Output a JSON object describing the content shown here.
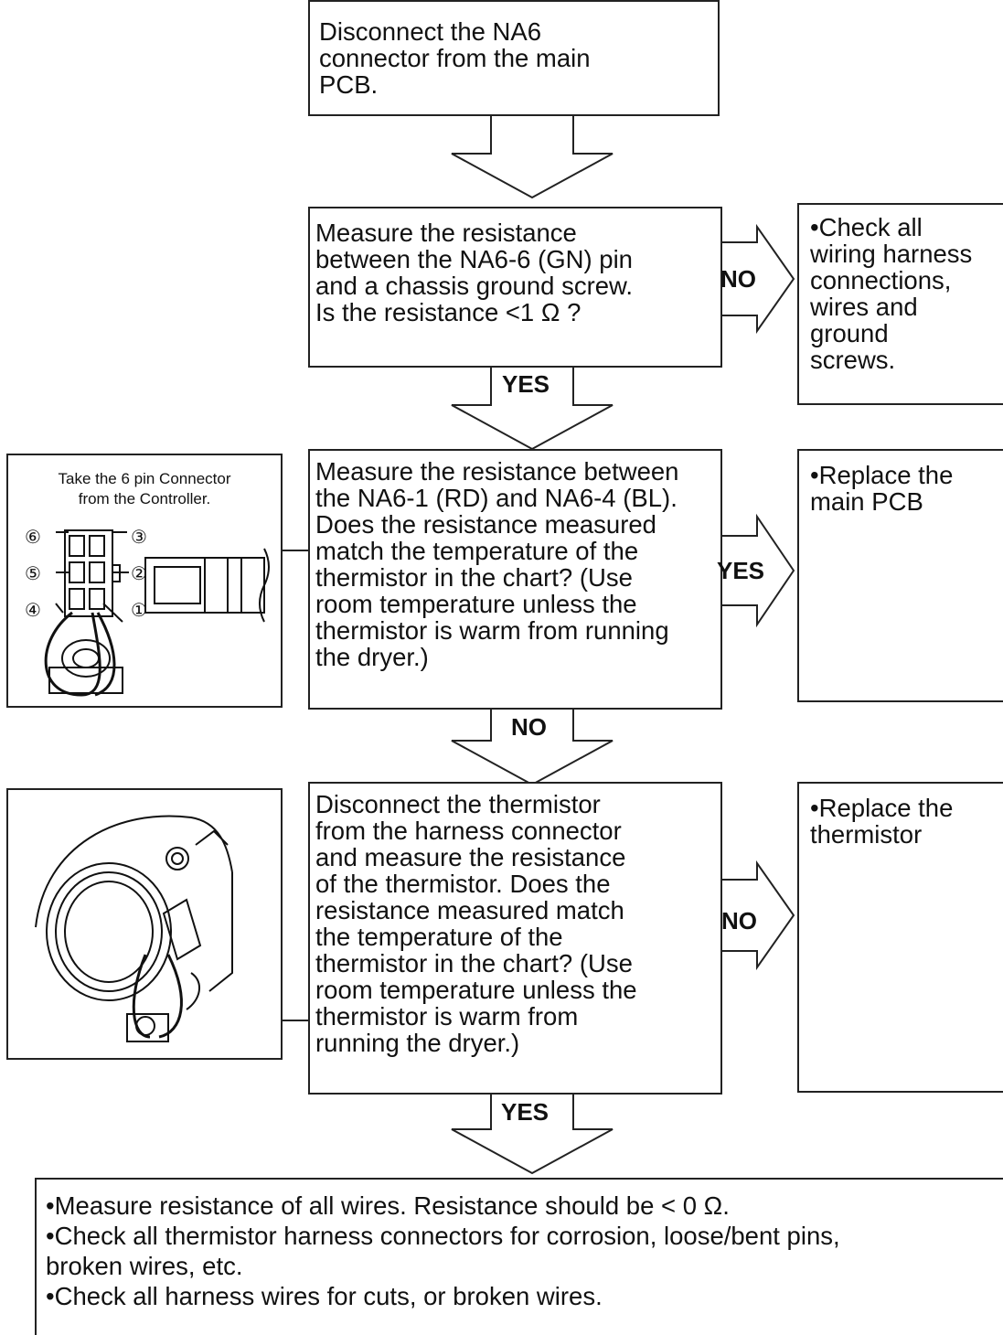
{
  "steps": {
    "s1": "Disconnect the NA6\nconnector from the main\nPCB.",
    "s2": "Measure the resistance\nbetween the NA6-6 (GN) pin\nand a chassis ground screw.\nIs the resistance <1 Ω ?",
    "s3": "Measure the resistance between\nthe NA6-1 (RD) and NA6-4 (BL).\nDoes the resistance measured\nmatch the temperature of the\nthermistor in the chart?  (Use\nroom temperature unless the\nthermistor is warm from running\nthe dryer.)",
    "s4": "Disconnect the thermistor\nfrom the harness connector\nand measure the resistance\nof the thermistor. Does the\nresistance measured match\nthe temperature of the\nthermistor in the chart?  (Use\nroom temperature unless the\nthermistor is warm from\nrunning the dryer.)"
  },
  "results": {
    "r1": "•Check all\n wiring harness\n connections,\n wires and\n ground\n screws.",
    "r2": "•Replace the\n main PCB",
    "r3": "•Replace the\n thermistor"
  },
  "labels": {
    "s2_no": "NO",
    "s2_yes": "YES",
    "s3_yes": "YES",
    "s3_no": "NO",
    "s4_no": "NO",
    "s4_yes": "YES"
  },
  "connector_figure": {
    "caption": "Take the 6 pin Connector\nfrom the Controller.",
    "pins": [
      "⑥",
      "③",
      "⑤",
      "②",
      "④",
      "①"
    ]
  },
  "final_checks": [
    "•Measure resistance of all wires.  Resistance should be < 0 Ω.",
    "•Check all thermistor harness connectors for corrosion, loose/bent pins,\n broken wires, etc.",
    "•Check all harness wires for cuts, or broken wires."
  ]
}
